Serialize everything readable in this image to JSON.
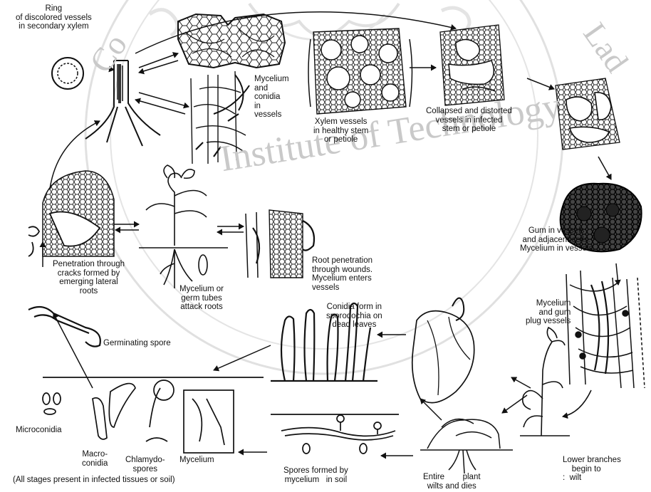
{
  "watermark": {
    "line1": "Institute of Technology",
    "fragment_left": "Co",
    "fragment_right": "Lad"
  },
  "labels": {
    "ring": "Ring\nof discolored vessels\nin secondary xylem",
    "mycelium_conidia_vessels": "Mycelium\nand\nconidia\nin\nvessels",
    "xylem_healthy": "Xylem vessels\nin healthy stem\nor petiole",
    "collapsed": "Collapsed and distorted\nvessels in infected\nstem or petiole",
    "gum": "Gum in vessels\nand adjacent cells.\nMycelium in vessels",
    "penetration_cracks": "Penetration through\ncracks formed by\nemerging lateral\nroots",
    "germ_tubes": "Mycelium or\ngerm tubes\nattack roots",
    "root_penetration": "Root penetration\nthrough wounds.\nMycelium enters\nvessels",
    "germinating_spore": "Germinating spore",
    "conidia_form": "Conidia form in\nsporodochia on\ndead leaves",
    "mycelium_gum": "Mycelium\nand gum\nplug vessels",
    "microconidia": "Microconidia",
    "macroconidia": "Macro-\nconidia",
    "chlamydospores": "Chlamydo-\nspores",
    "mycelium": "Mycelium",
    "all_stages": "(All stages present in infected tissues or soil)",
    "spores_formed": "Spores formed by\nmycelium   in soil",
    "entire_plant": "Entire        plant\nwilts and dies",
    "lower_branches": "Lower branches\n    begin to\n:  wilt"
  }
}
